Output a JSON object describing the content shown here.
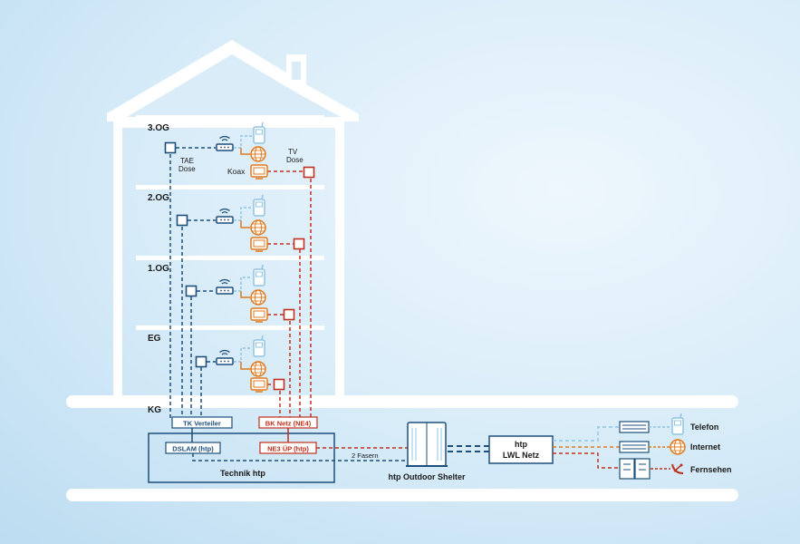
{
  "floors": [
    "3.OG",
    "2.OG",
    "1.OG",
    "EG",
    "KG"
  ],
  "labels": {
    "tae_dose": "TAE",
    "tae_dose2": "Dose",
    "tv_dose": "TV",
    "tv_dose2": "Dose",
    "koax": "Koax",
    "tk_verteiler": "TK Verteiler",
    "bk_netz": "BK Netz (NE4)",
    "dslam": "DSLAM (htp)",
    "ne3_up": "NE3 ÜP (htp)",
    "technik": "Technik htp",
    "fasern": "2 Fasern",
    "shelter": "htp Outdoor Shelter",
    "lwl_1": "htp",
    "lwl_2": "LWL Netz",
    "telefon": "Telefon",
    "internet": "Internet",
    "fernsehen": "Fernsehen"
  },
  "colors": {
    "navy": "#1d4f7a",
    "orange": "#e07a1f",
    "red": "#c0301e",
    "lightblue": "#8fc4e3",
    "white": "#ffffff"
  }
}
